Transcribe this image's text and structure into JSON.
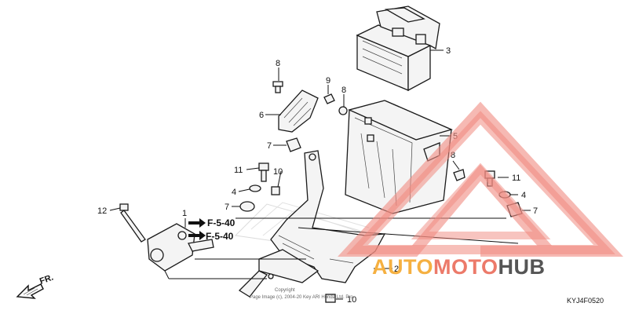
{
  "callouts": {
    "c1": "1",
    "c2": "2",
    "c3": "3",
    "c4a": "4",
    "c4b": "4",
    "c5": "5",
    "c6": "6",
    "c7a": "7",
    "c7b": "7",
    "c7c": "7",
    "c8a": "8",
    "c8b": "8",
    "c8c": "8",
    "c9": "9",
    "c10a": "10",
    "c10b": "10",
    "c11a": "11",
    "c11b": "11",
    "c12": "12"
  },
  "refs": {
    "ref1": "F-5-40",
    "ref2": "F-5-40"
  },
  "direction": "FR.",
  "diagram_code": "KYJ4F0520",
  "watermark": {
    "auto": "AUTO",
    "moto": "MOTO",
    "hub": "HUB",
    "auto_color": "#f5b041",
    "moto_color": "#ec7a6a",
    "hub_color": "#555555",
    "triangle_color": "#f08a80"
  },
  "copyright_line1": "Copyright",
  "copyright_line2": "Page Image (c), 2004-20 Key ARI Honda Ltd. Pro."
}
